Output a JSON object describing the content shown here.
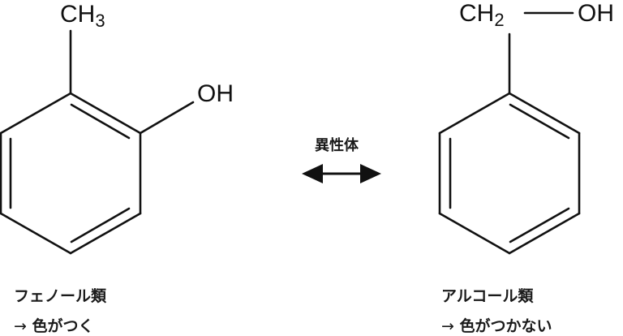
{
  "left_molecule": {
    "substituent_top": {
      "main": "CH",
      "subscript": "3"
    },
    "substituent_side": "OH",
    "category": "フェノール類",
    "result_arrow": "→",
    "result": "色がつく"
  },
  "center": {
    "label": "異性体",
    "arrow_icon": "double-headed-arrow"
  },
  "right_molecule": {
    "substituent_top": {
      "main": "CH",
      "subscript": "2"
    },
    "substituent_side": "OH",
    "category": "アルコール類",
    "result_arrow": "→",
    "result": "色がつかない"
  }
}
